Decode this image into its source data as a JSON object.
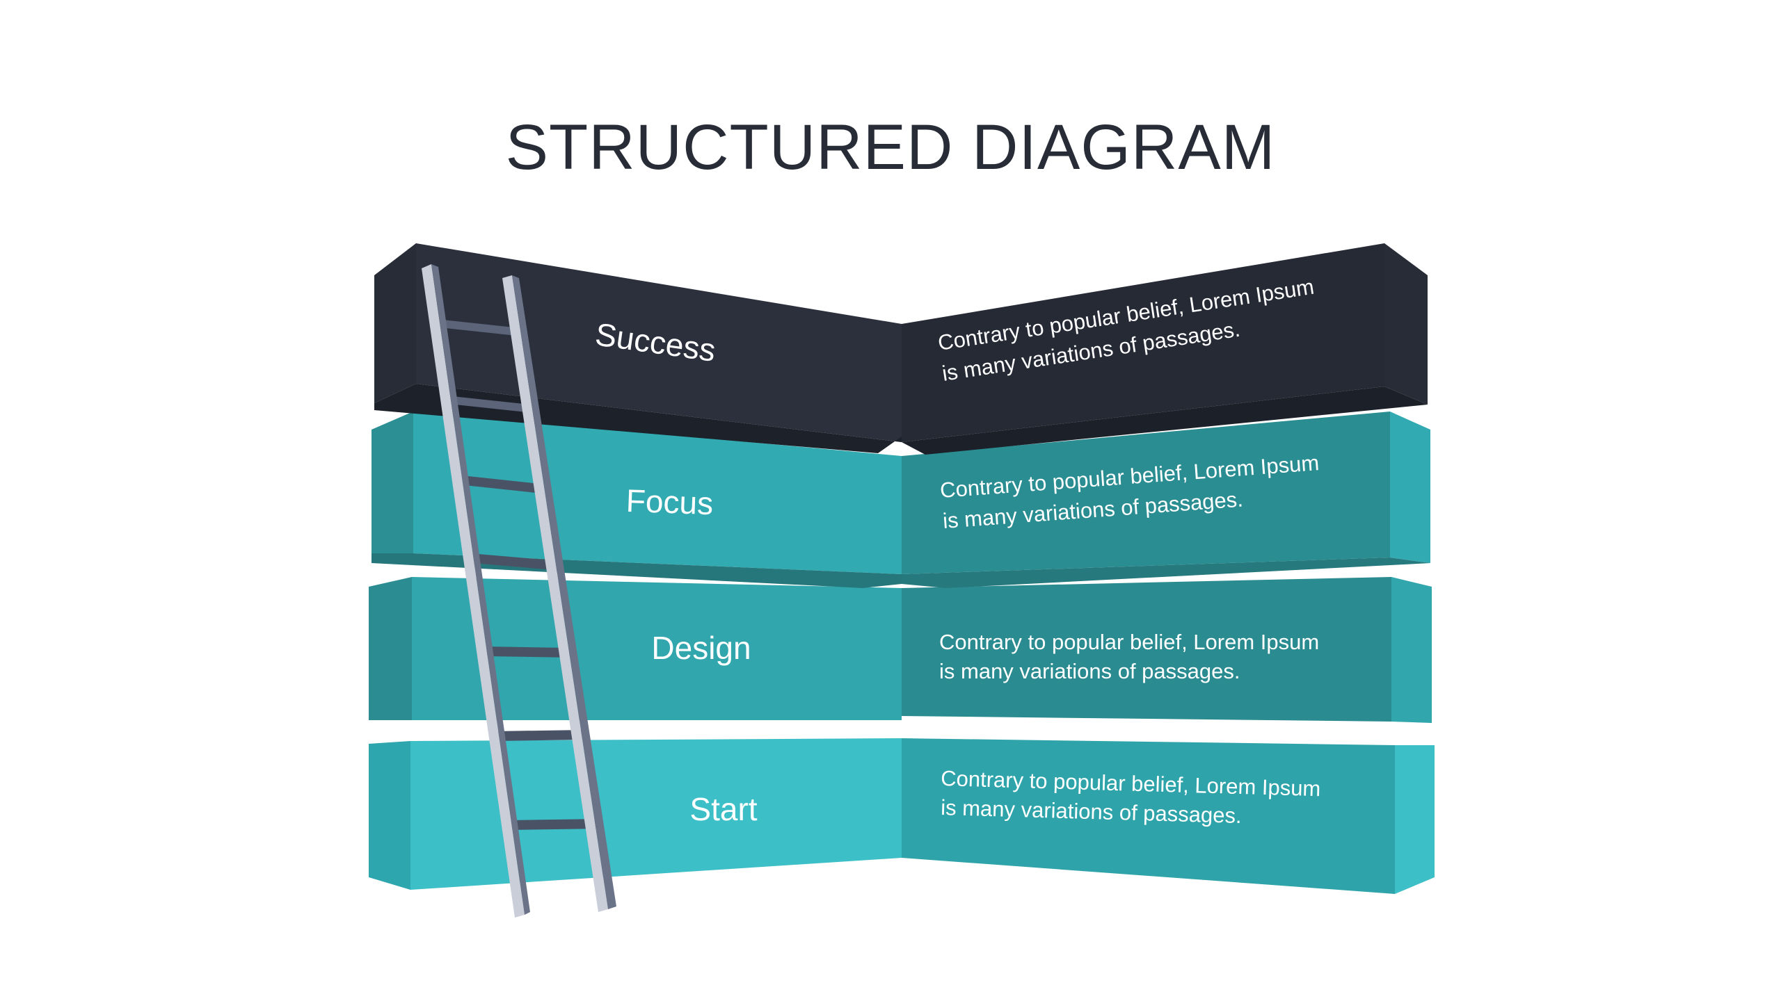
{
  "title": "STRUCTURED DIAGRAM",
  "colors": {
    "dark": "#272c37",
    "teal_dark": "#2b8f93",
    "teal_mid": "#31a6ad",
    "teal_light": "#3dbdc7",
    "ladder_rail": "#c7ccd8",
    "ladder_rung": "#5b6478"
  },
  "steps": [
    {
      "label": "Success",
      "desc_line1": "Contrary to popular belief, Lorem Ipsum",
      "desc_line2": "is many variations of passages."
    },
    {
      "label": "Focus",
      "desc_line1": "Contrary to popular belief, Lorem Ipsum",
      "desc_line2": "is many variations of passages."
    },
    {
      "label": "Design",
      "desc_line1": "Contrary to popular belief, Lorem Ipsum",
      "desc_line2": "is many variations of passages."
    },
    {
      "label": "Start",
      "desc_line1": "Contrary to popular belief, Lorem Ipsum",
      "desc_line2": "is many variations of passages."
    }
  ],
  "icons": {
    "ladder": "ladder-icon"
  }
}
